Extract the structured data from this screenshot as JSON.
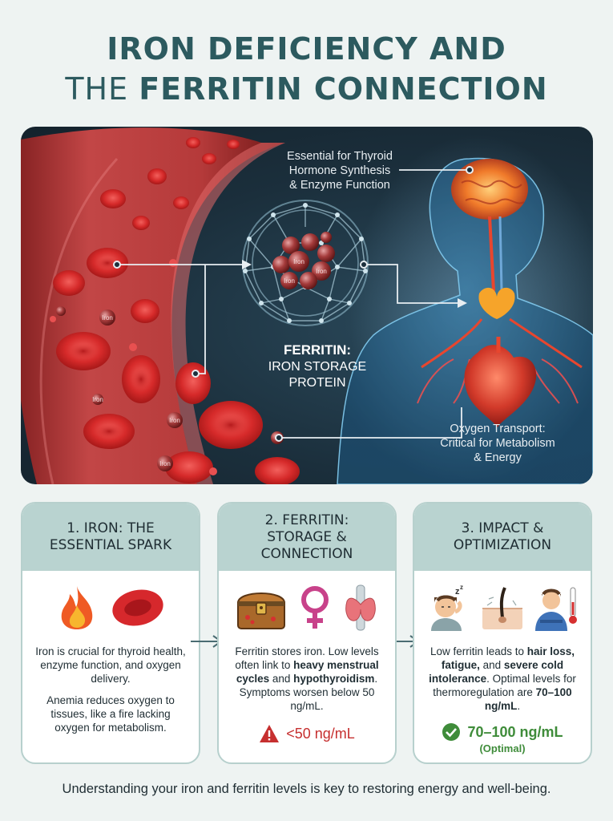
{
  "title": {
    "line1": "IRON DEFICIENCY AND",
    "line2_plain": "THE ",
    "line2_bold": "FERRITIN CONNECTION"
  },
  "hero": {
    "thyroid_label": [
      "Essential for Thyroid",
      "Hormone Synthesis",
      "& Enzyme Function"
    ],
    "ferritin_title": "FERRITIN:",
    "ferritin_sub": [
      "IRON STORAGE",
      "PROTEIN"
    ],
    "oxygen_label": [
      "Oxygen Transport:",
      "Critical for Metabolism",
      "& Energy"
    ],
    "iron_tag": "Iron"
  },
  "cards": [
    {
      "header": [
        "1. IRON: THE",
        "ESSENTIAL SPARK"
      ],
      "icons": [
        "fire-icon",
        "red-blood-cell-icon"
      ],
      "p1": "Iron is crucial for thyroid health, enzyme function, and oxygen delivery.",
      "p2": "Anemia reduces oxygen to tissues, like a fire lacking oxygen for metabolism."
    },
    {
      "header": [
        "2. FERRITIN:",
        "STORAGE &",
        "CONNECTION"
      ],
      "icons": [
        "treasure-chest-icon",
        "female-symbol-icon",
        "thyroid-icon"
      ],
      "text_a": "Ferritin stores iron. Low levels often link to ",
      "bold_a": "heavy menstrual cycles",
      "text_b": " and ",
      "bold_b": "hypothyroidism",
      "text_c": ". Symptoms worsen below 50 ng/mL.",
      "warning": "<50 ng/mL",
      "warning_color": "#c62f2f"
    },
    {
      "header": [
        "3. IMPACT &",
        "OPTIMIZATION"
      ],
      "icons": [
        "tired-person-icon",
        "hair-follicle-icon",
        "cold-person-icon"
      ],
      "text_a": "Low ferritin leads to ",
      "bold_a": "hair loss, fatigue,",
      "text_b": " and ",
      "bold_b": "severe cold intolerance",
      "text_c": ". Optimal levels for thermoregulation are ",
      "bold_c": "70–100 ng/mL",
      "text_d": ".",
      "optimal_value": "70–100 ng/mL",
      "optimal_note": "(Optimal)",
      "optimal_color": "#3f8c3a"
    }
  ],
  "footer": "Understanding your iron and ferritin levels is key to restoring energy and well-being."
}
